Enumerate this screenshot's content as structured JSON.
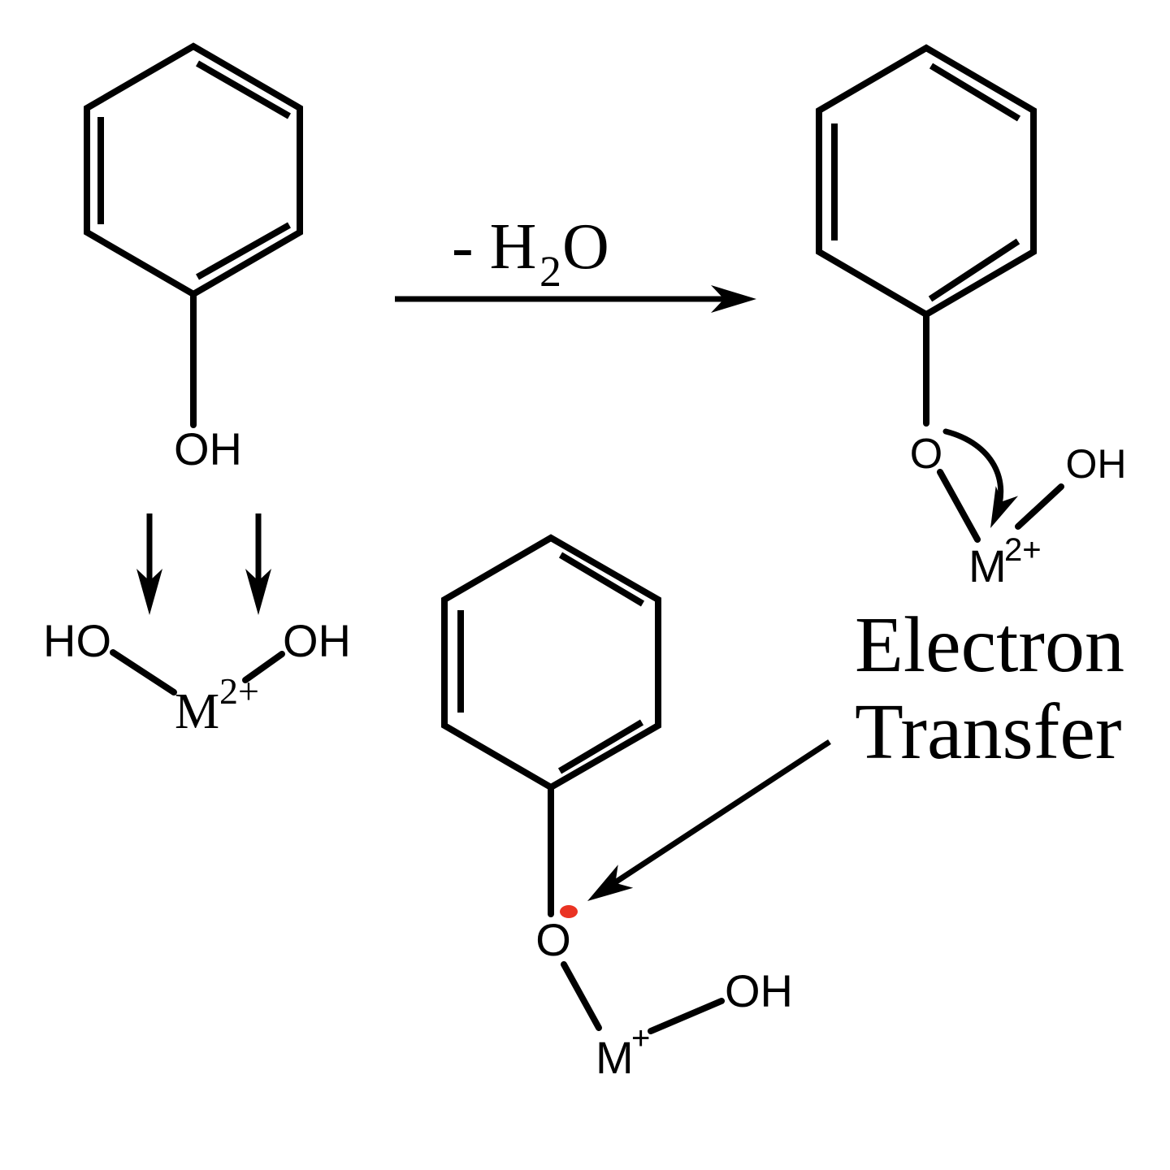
{
  "colors": {
    "background": "#ffffff",
    "line": "#000000",
    "radical_dot": "#ea3323"
  },
  "reaction": {
    "label_prefix": "- H",
    "label_subscript": "2",
    "label_suffix": "O"
  },
  "phenol": {
    "hydroxyl": "OH"
  },
  "phenoxide_complex": {
    "oxygen": "O",
    "metal": "M",
    "charge": "2+",
    "hydroxide": "OH"
  },
  "metal_dihydroxide": {
    "left_hydroxide": "HO",
    "metal": "M",
    "charge": "2+",
    "right_hydroxide": "OH"
  },
  "radical_complex": {
    "oxygen": "O",
    "metal": "M",
    "charge": "+",
    "hydroxide": "OH"
  },
  "annotation": {
    "line1": "Electron",
    "line2": "Transfer"
  }
}
